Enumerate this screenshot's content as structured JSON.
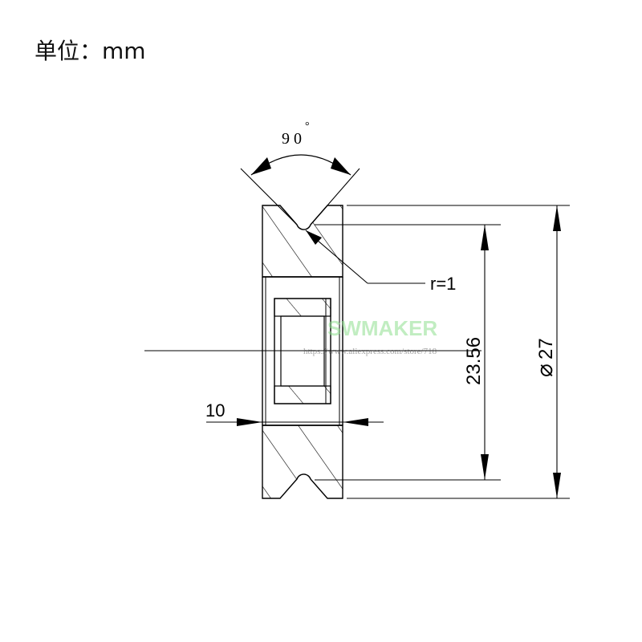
{
  "unit": {
    "label": "单位：mm"
  },
  "dimensions": {
    "angle": "90",
    "angle_unit": "°",
    "groove_radius": "r=1",
    "width": "10",
    "groove_diameter": "23.56",
    "outer_diameter": "27",
    "diameter_symbol": "⌀"
  },
  "watermark": {
    "brand": "SWMAKER",
    "url": "https://www.aliexpress.com/store/718"
  },
  "colors": {
    "line": "#000000",
    "text": "#111111",
    "watermark": "#8fe08f"
  }
}
